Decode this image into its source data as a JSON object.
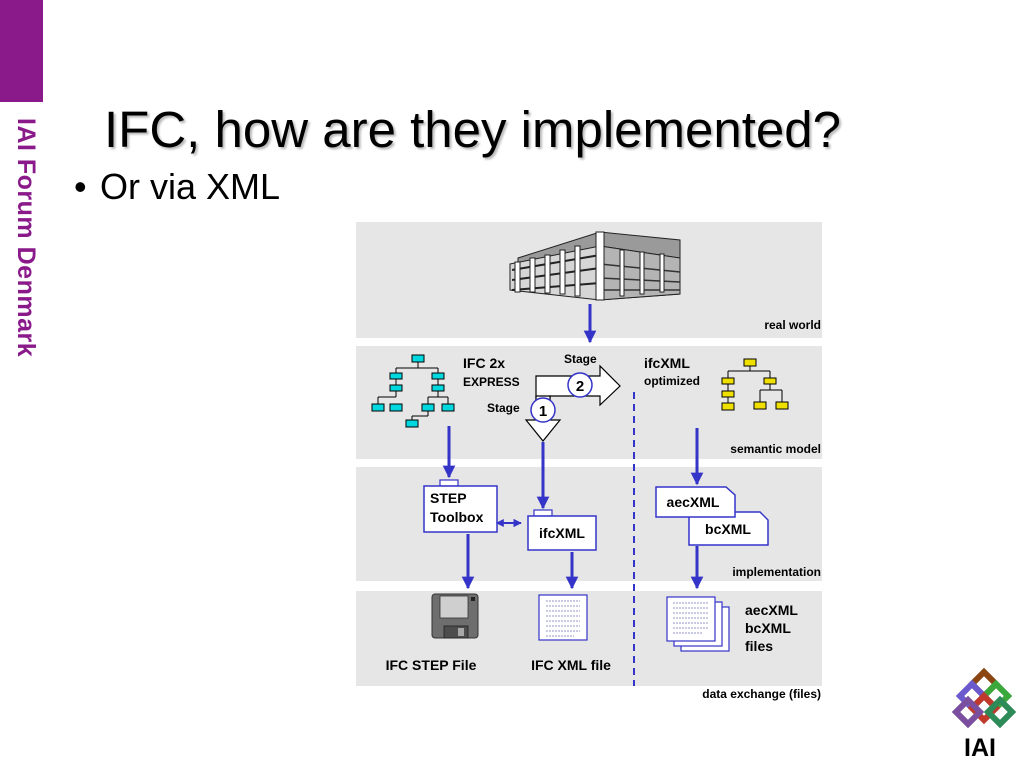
{
  "side_label": "IAI Forum Denmark",
  "title": "IFC, how are they implemented?",
  "bullet": "Or via XML",
  "diagram": {
    "bands": {
      "real_world": "real world",
      "semantic_model": "semantic model",
      "implementation": "implementation",
      "data_exchange": "data exchange (files)"
    },
    "ifc2x": "IFC 2x",
    "express": "EXPRESS",
    "stage_top": "Stage",
    "stage_left": "Stage",
    "stage1_num": "1",
    "stage2_num": "2",
    "ifcxml_label": "ifcXML",
    "optimized": "optimized",
    "step_toolbox_line1": "STEP",
    "step_toolbox_line2": "Toolbox",
    "ifcxml_box": "ifcXML",
    "aecxml_box": "aecXML",
    "bcxml_box": "bcXML",
    "ifc_step_file": "IFC STEP File",
    "ifc_xml_file": "IFC XML file",
    "files_line1": "aecXML",
    "files_line2": "bcXML",
    "files_line3": "files"
  },
  "logo_text": "IAI",
  "colors": {
    "accent": "#8a1a8a",
    "arrow": "#3434c8",
    "band": "#e6e6e6",
    "node_cyan": "#00d8e0",
    "node_yellow": "#f0e000"
  }
}
